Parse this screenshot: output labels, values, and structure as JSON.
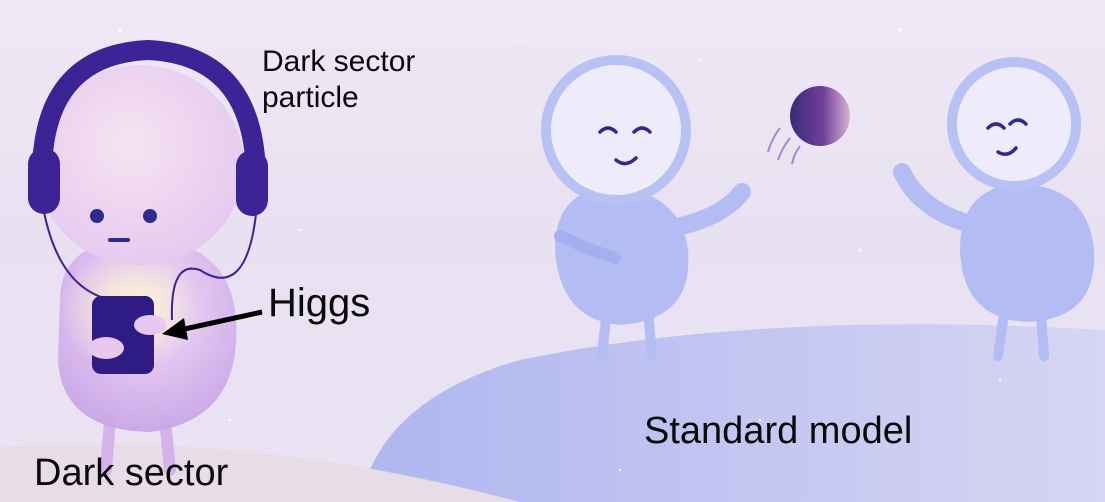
{
  "labels": {
    "dark_sector_particle": "Dark sector particle",
    "higgs": "Higgs",
    "standard_model": "Standard model",
    "dark_sector": "Dark sector"
  },
  "colors": {
    "background": "#ece6f4",
    "hill_standard_model": "#b7bdf0",
    "hill_dark_sector": "#e9dde7",
    "sm_character": "#b3bdf3",
    "sm_outline": "#b8c1f4",
    "dark_body": "#d9b8ee",
    "headphones": "#3d2499",
    "phone": "#2e1a82",
    "ball": "#5b3a93",
    "face_line": "#2e2a8e",
    "label_text": "#0a0a0a"
  }
}
